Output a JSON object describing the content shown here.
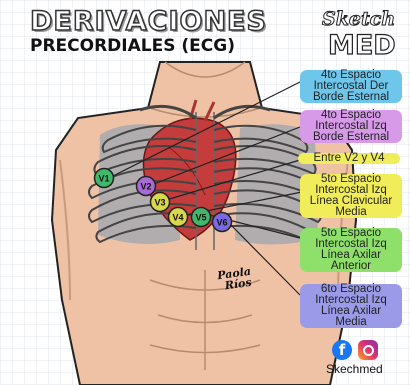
{
  "title": {
    "line1": "DERIVACIONES",
    "line2": "PRECORDIALES (ECG)"
  },
  "logo": {
    "line1": "Sketch",
    "line2": "MED"
  },
  "signature": {
    "line1": "Paola",
    "line2": "Ríos"
  },
  "footer": {
    "handle": "Skechmed",
    "icons": [
      "facebook-icon",
      "instagram-icon"
    ]
  },
  "leads": [
    {
      "id": "V1",
      "color": "#3fb86a"
    },
    {
      "id": "V2",
      "color": "#a86ad6"
    },
    {
      "id": "V3",
      "color": "#d8d84a"
    },
    {
      "id": "V4",
      "color": "#d8d84a"
    },
    {
      "id": "V5",
      "color": "#3fb86a"
    },
    {
      "id": "V6",
      "color": "#7a6ae0"
    }
  ],
  "labels": [
    {
      "lines": [
        "4to Espacio",
        "Intercostal Der",
        "Borde Esternal"
      ],
      "color": "#6ec6ea"
    },
    {
      "lines": [
        "4to Espacio",
        "Intercostal Izq",
        "Borde Esternal"
      ],
      "color": "#d79ae8"
    },
    {
      "lines": [
        "Entre V2 y V4"
      ],
      "color": "#f0ec5a"
    },
    {
      "lines": [
        "5to Espacio",
        "Intercostal Izq",
        "Línea Clavicular",
        "Media"
      ],
      "color": "#f0ec5a"
    },
    {
      "lines": [
        "5to Espacio",
        "Intercostal Izq",
        "Línea Axilar",
        "Anterior"
      ],
      "color": "#8ee06a"
    },
    {
      "lines": [
        "6to Espacio",
        "Intercostal Izq",
        "Línea Axilar",
        "Media"
      ],
      "color": "#9a9ae8"
    }
  ]
}
